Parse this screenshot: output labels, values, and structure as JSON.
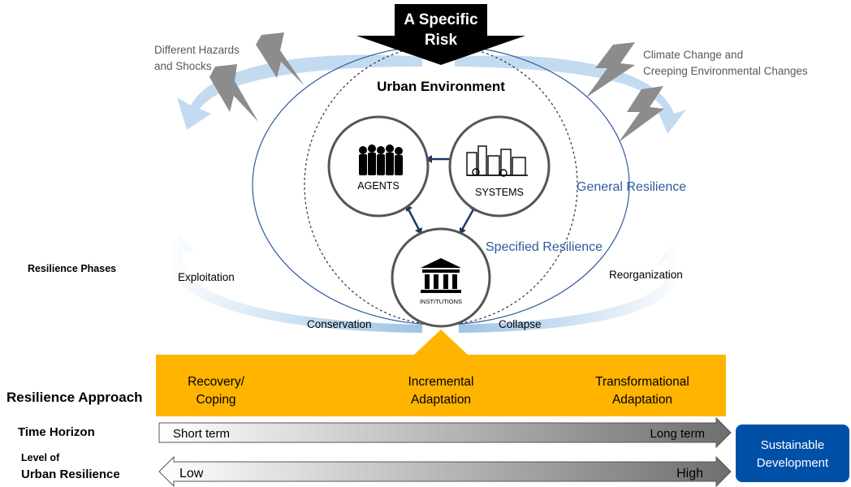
{
  "risk": {
    "line1": "A Specific",
    "line2": "Risk"
  },
  "hazards": {
    "left_line1": "Different Hazards",
    "left_line2": "and Shocks",
    "right_line1": "Climate Change and",
    "right_line2": "Creeping Environmental Changes"
  },
  "environment": {
    "title": "Urban Environment",
    "general_resilience": "General Resilience",
    "specified_resilience": "Specified Resilience"
  },
  "nodes": {
    "agents": "AGENTS",
    "systems": "SYSTEMS",
    "institutions": "INSTITUTIONS"
  },
  "phases": {
    "label": "Resilience Phases",
    "exploitation": "Exploitation",
    "conservation": "Conservation",
    "collapse": "Collapse",
    "reorganization": "Reorganization"
  },
  "approach": {
    "label": "Resilience Approach",
    "recovery_line1": "Recovery/",
    "recovery_line2": "Coping",
    "incremental_line1": "Incremental",
    "incremental_line2": "Adaptation",
    "transformational_line1": "Transformational",
    "transformational_line2": "Adaptation"
  },
  "time_horizon": {
    "label": "Time Horizon",
    "short": "Short term",
    "long": "Long term"
  },
  "resilience_level": {
    "label_line1": "Level of",
    "label_line2": "Urban Resilience",
    "low": "Low",
    "high": "High"
  },
  "outcome": {
    "line1": "Sustainable",
    "line2": "Development"
  },
  "colors": {
    "approach_band": "#FFB400",
    "outcome_box": "#0050A8",
    "node_border": "#555555",
    "arrow_dark": "#1F3864",
    "cycle_arrow": "#BDD7EE",
    "lightning": "#8C8C8C"
  }
}
